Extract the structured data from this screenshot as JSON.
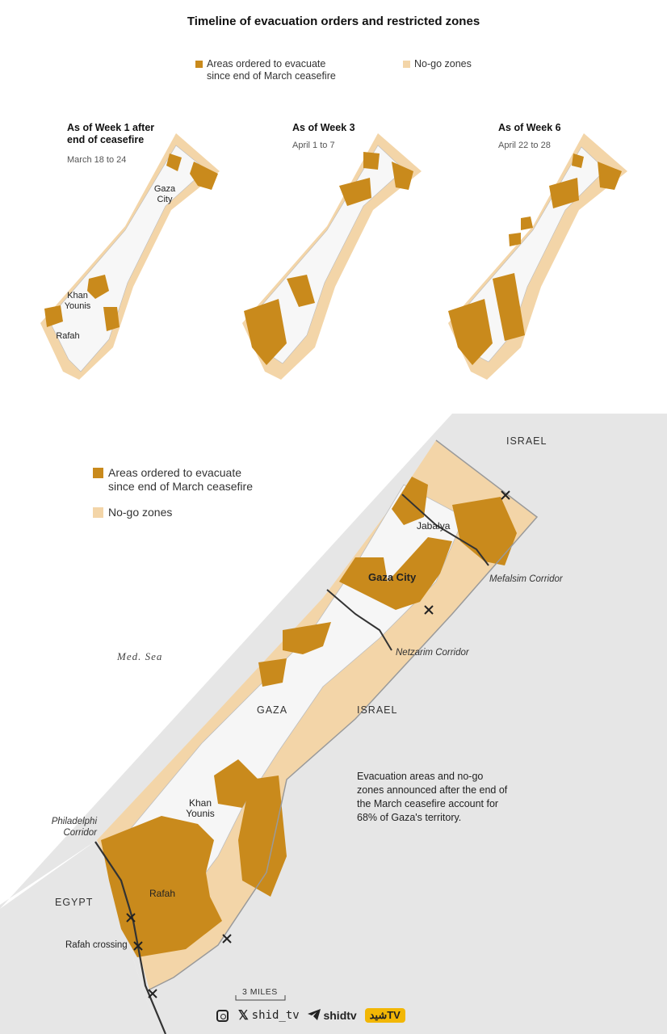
{
  "title": "Timeline of evacuation orders and restricted zones",
  "legend": {
    "evacuate": "Areas ordered to evacuate since end of March ceasefire",
    "nogo": "No-go zones"
  },
  "colors": {
    "evacuate": "#c98a1c",
    "nogo": "#f3d5a8",
    "land_other": "#e6e6e6",
    "urban": "#cfcfcf"
  },
  "small_maps": [
    {
      "heading": "As of Week 1 after end of ceasefire",
      "dates": "March 18 to 24",
      "labels": {
        "gaza_city": "Gaza City",
        "khan_younis": "Khan Younis",
        "rafah": "Rafah"
      }
    },
    {
      "heading": "As of Week 3",
      "dates": "April 1 to 7"
    },
    {
      "heading": "As of Week 6",
      "dates": "April 22 to 28"
    }
  ],
  "main_map": {
    "israel_top": "ISRAEL",
    "israel_mid": "ISRAEL",
    "egypt": "EGYPT",
    "gaza": "GAZA",
    "sea": "Med. Sea",
    "jabalya": "Jabalya",
    "gaza_city": "Gaza City",
    "khan_younis": "Khan Younis",
    "rafah": "Rafah",
    "mefalsim": "Mefalsim Corridor",
    "netzarim": "Netzarim Corridor",
    "philadelphi": "Philadelphi Corridor",
    "rafah_crossing": "Rafah crossing",
    "scale": "3 MILES",
    "note": "Evacuation areas and no-go zones announced after the end of the March ceasefire account for 68% of Gaza's territory."
  },
  "footer": {
    "instagram_icon": "instagram-icon",
    "x_icon": "x-icon",
    "handle_x": "shid_tv",
    "telegram_icon": "telegram-icon",
    "handle_tg": "shidtv",
    "brand": "شیدTV"
  }
}
